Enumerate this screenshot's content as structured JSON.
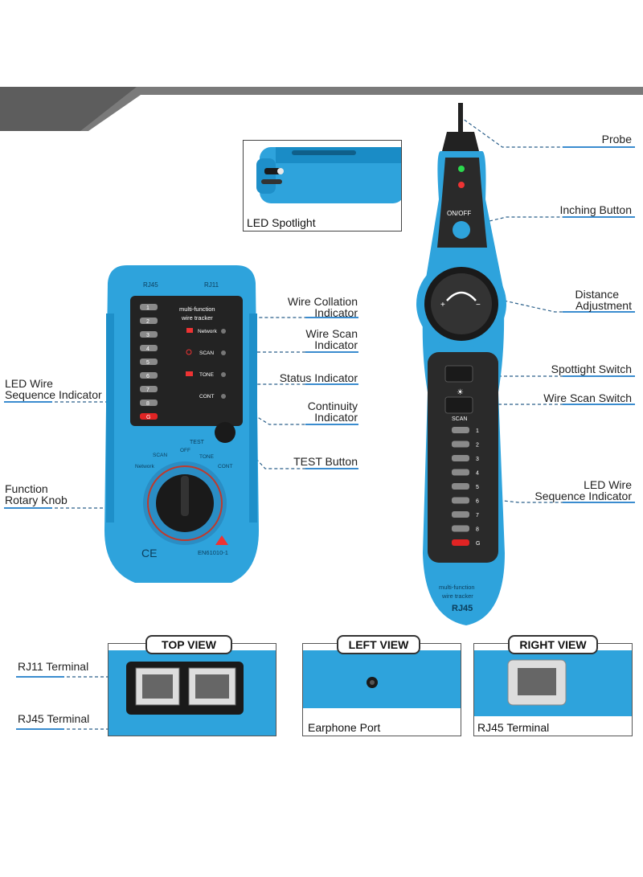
{
  "tester": {
    "port_left": "RJ45",
    "port_right": "RJ11",
    "panel_title_1": "multi-function",
    "panel_title_2": "wire tracker",
    "leds": [
      "1",
      "2",
      "3",
      "4",
      "5",
      "6",
      "7",
      "8",
      "G"
    ],
    "indicators": [
      "Network",
      "SCAN",
      "TONE",
      "CONT"
    ],
    "test_label": "TEST",
    "dial": {
      "network": "Network",
      "scan": "SCAN",
      "off": "OFF",
      "tone": "TONE",
      "cont": "CONT"
    },
    "ce_mark": "CE",
    "standard": "EN61010-1"
  },
  "probe": {
    "on_off": "ON/OFF",
    "scan": "SCAN",
    "leds": [
      "1",
      "2",
      "3",
      "4",
      "5",
      "6",
      "7",
      "8",
      "G"
    ],
    "title_1": "multi-function",
    "title_2": "wire tracker",
    "model": "RJ45"
  },
  "inset": {
    "caption": "LED Spotlight"
  },
  "left_labels": {
    "led_wire_1": "LED Wire",
    "led_wire_2": "Sequence Indicator",
    "function_1": "Function",
    "function_2": "Rotary Knob"
  },
  "middle_labels": {
    "wire_collation_1": "Wire Collation",
    "wire_collation_2": "Indicator",
    "wire_scan_1": "Wire Scan",
    "wire_scan_2": "Indicator",
    "status": "Status Indicator",
    "continuity_1": "Continuity",
    "continuity_2": "Indicator",
    "test_button": "TEST Button"
  },
  "right_labels": {
    "probe": "Probe",
    "inching": "Inching Button",
    "distance_1": "Distance",
    "distance_2": "Adjustment",
    "spotlight": "Spottight Switch",
    "wire_scan_switch": "Wire Scan Switch",
    "led_wire_1": "LED Wire",
    "led_wire_2": "Sequence Indicator"
  },
  "views": {
    "top": "TOP VIEW",
    "left": "LEFT VIEW",
    "right": "RIGHT VIEW",
    "rj11": "RJ11 Terminal",
    "rj45": "RJ45 Terminal",
    "earphone": "Earphone Port",
    "rj45_right": "RJ45 Terminal"
  },
  "colors": {
    "body_blue": "#2ea3dc",
    "dark_blue": "#1579b0",
    "panel": "#2a2a2a",
    "led_red": "#e02424",
    "line": "#2a5f8a"
  }
}
